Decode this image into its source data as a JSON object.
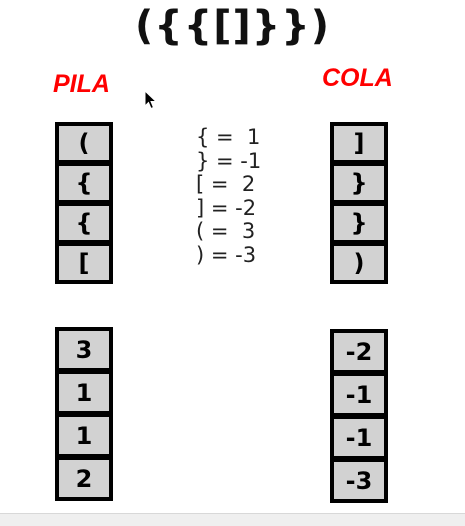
{
  "title": "({{[]}})",
  "pila_label": "PILA",
  "cola_label": "COLA",
  "pila_top": [
    "(",
    "{",
    "{",
    "["
  ],
  "cola_top": [
    "]",
    "}",
    "}",
    ")"
  ],
  "pila_bottom": [
    "3",
    "1",
    "1",
    "2"
  ],
  "cola_bottom": [
    "-2",
    "-1",
    "-1",
    "-3"
  ],
  "legend": [
    "{ =  1",
    "} = -1",
    "[ =  2",
    "] = -2",
    "( =  3",
    ") = -3"
  ],
  "colors": {
    "label": "#ff0000",
    "cell": "#d2d2d2"
  },
  "icons": {
    "pointer": "mouse-pointer-icon"
  }
}
